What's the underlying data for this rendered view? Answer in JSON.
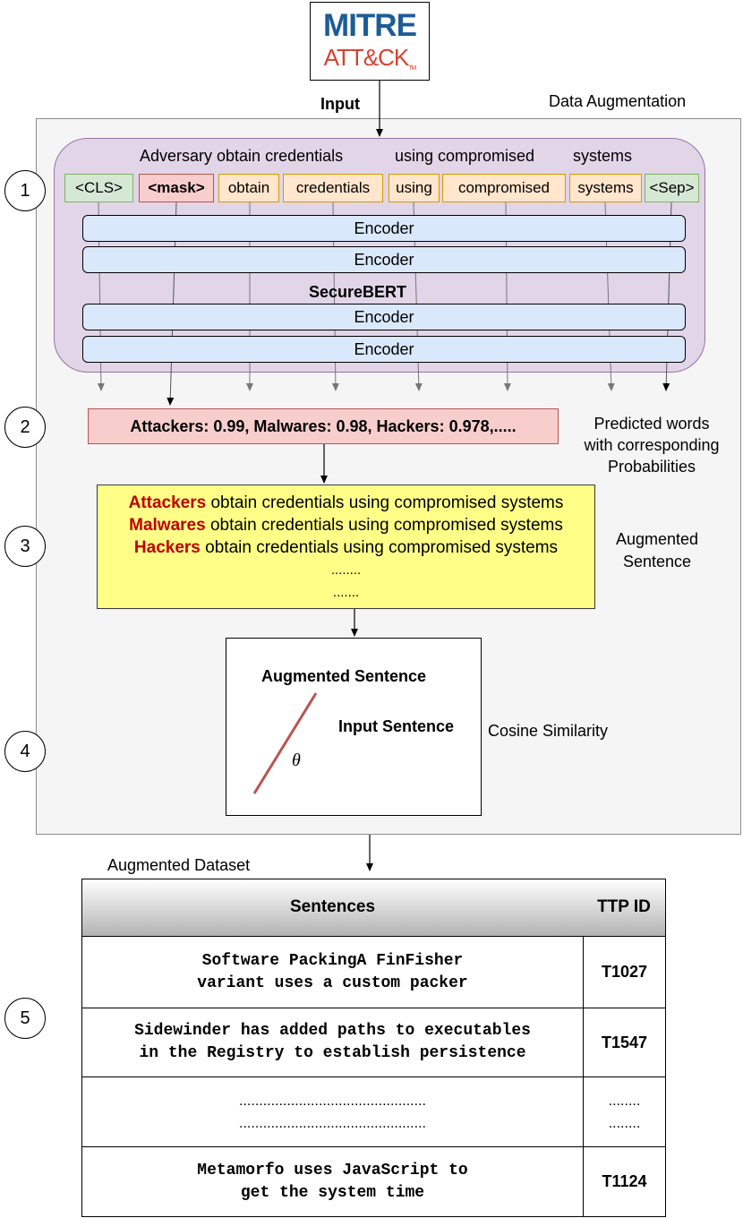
{
  "logo": {
    "line1": "MITRE",
    "line2": "ATT&CK",
    "tm": "TM"
  },
  "labels": {
    "input": "Input",
    "data_augmentation": "Data Augmentation",
    "securebert": "SecureBERT",
    "predicted": [
      "Predicted words",
      "with corresponding",
      "Probabilities"
    ],
    "augmented_sentence": [
      "Augmented",
      "Sentence"
    ],
    "cosine_similarity": "Cosine Similarity",
    "augmented_dataset": "Augmented Dataset"
  },
  "steps": [
    "1",
    "2",
    "3",
    "4",
    "5"
  ],
  "input_sentence": {
    "w1": "Adversary obtain credentials",
    "w2": "using compromised",
    "w3": "systems"
  },
  "tokens": [
    "<CLS>",
    "<mask>",
    "obtain",
    "credentials",
    "using",
    "compromised",
    "systems",
    "<Sep>"
  ],
  "encoder_label": "Encoder",
  "prediction": "Attackers: 0.99, Malwares: 0.98, Hackers: 0.978,.....",
  "augmented": [
    {
      "word": "Attackers",
      "rest": " obtain credentials using compromised systems"
    },
    {
      "word": "Malwares",
      "rest": " obtain credentials using compromised systems"
    },
    {
      "word": "Hackers",
      "rest": " obtain credentials using compromised systems"
    }
  ],
  "augmented_dots": [
    "........",
    "......."
  ],
  "cosine": {
    "augmented_label": "Augmented Sentence",
    "input_label": "Input Sentence",
    "theta": "θ"
  },
  "table": {
    "headers": [
      "Sentences",
      "TTP ID"
    ],
    "rows": [
      {
        "lines": [
          "Software PackingA FinFisher",
          "variant uses a custom packer"
        ],
        "ttp": [
          "T1027"
        ]
      },
      {
        "lines": [
          "Sidewinder has added paths to executables",
          "in the Registry to establish persistence"
        ],
        "ttp": [
          "T1547"
        ]
      },
      {
        "lines": [
          "...............................................",
          "..............................................."
        ],
        "ttp": [
          "........",
          "........"
        ]
      },
      {
        "lines": [
          "Metamorfo uses JavaScript to",
          "get the system time"
        ],
        "ttp": [
          "T1124"
        ]
      }
    ]
  },
  "colors": {
    "mitre_blue": "#1d5d96",
    "attck_red": "#d9412f",
    "augmented_arrow": "#b85450",
    "input_arrow": "#3a5f2f",
    "highlight_red": "#c00000"
  }
}
